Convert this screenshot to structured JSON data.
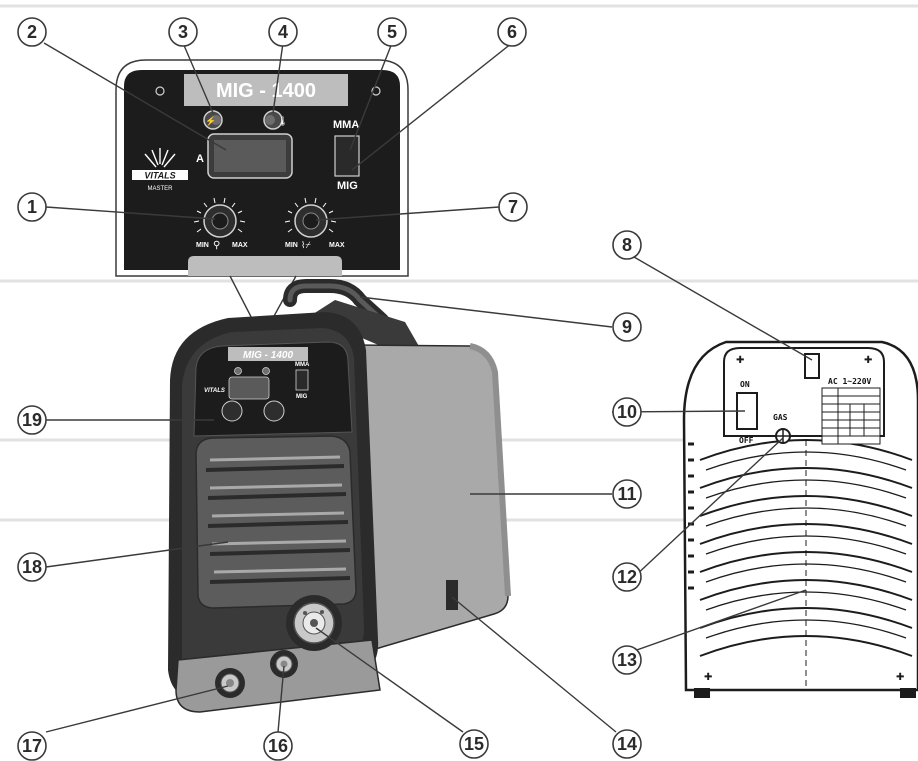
{
  "panel": {
    "model": "MIG - 1400",
    "model_small": "MIG - 1400",
    "mode_top": "MMA",
    "mode_bottom": "MIG",
    "amp_letter": "A",
    "brand": "VITALS",
    "brand_sub": "MASTER",
    "knob1_min": "MIN",
    "knob1_max": "MAX",
    "knob2_min": "MIN",
    "knob2_max": "MAX"
  },
  "rear": {
    "power_on": "ON",
    "power_off": "OFF",
    "gas": "GAS",
    "supply": "AC 1~220V"
  },
  "callouts": [
    "1",
    "2",
    "3",
    "4",
    "5",
    "6",
    "7",
    "8",
    "9",
    "10",
    "11",
    "12",
    "13",
    "14",
    "15",
    "16",
    "17",
    "18",
    "19"
  ],
  "colors": {
    "panel_black": "#1c1c1c",
    "body_grey": "#a9a9a9",
    "frame_dark": "#2b2b2b",
    "outline": "#3a3a3a"
  }
}
